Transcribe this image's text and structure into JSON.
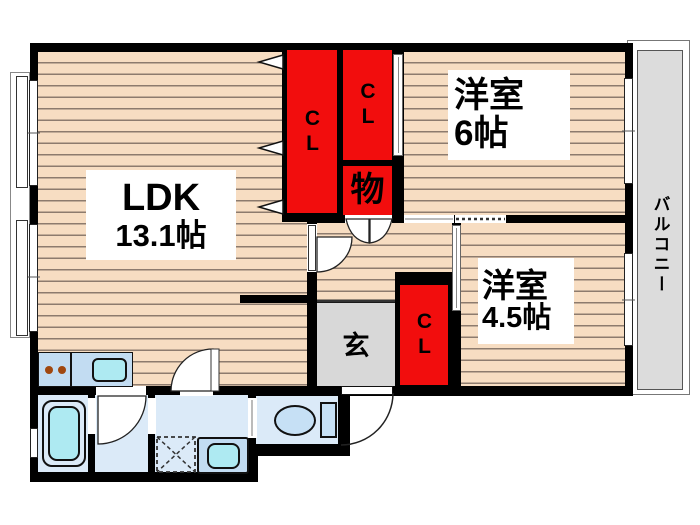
{
  "title": "apartment-floor-plan",
  "labels": {
    "ldk": {
      "line1": "LDK",
      "line2": "13.1帖"
    },
    "room6": {
      "line1": "洋室",
      "line2": "6帖"
    },
    "room45": {
      "line1": "洋室",
      "line2": "4.5帖"
    },
    "closet_ldk": "CL",
    "closet_room6": "CL",
    "closet_room45": "CL",
    "storage": "物",
    "entrance": "玄",
    "balcony": "バルコニー"
  },
  "colors": {
    "wall": "#000000",
    "flooring": "#f7ddc2",
    "flooring_line": "#8d7b6e",
    "closet_red": "#f20d0d",
    "balcony_gray": "#dcdcdc",
    "entrance_gray": "#d8d8d8",
    "wet_room_blue": "#dbeaf8",
    "kitchen_counter_blue": "#c2dcf2",
    "sink_cyan": "#aeeaf2",
    "toilet_fixture_blue": "#c6e0f5"
  }
}
